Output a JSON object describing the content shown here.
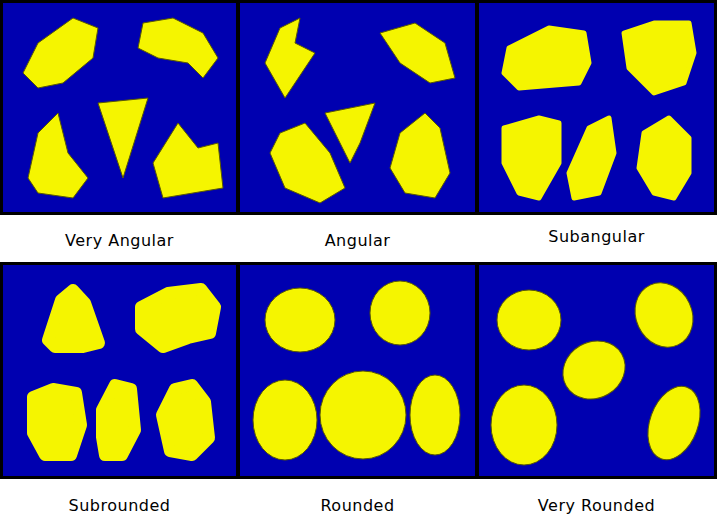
{
  "diagram": {
    "nodes": [
      {
        "text": [
          "Very Angular"
        ]
      },
      {
        "text": [
          "Angular"
        ]
      },
      {
        "text": [
          "Subangular"
        ]
      },
      {
        "text": [
          "Subrounded"
        ]
      },
      {
        "text": [
          "Rounded"
        ]
      },
      {
        "text": [
          "Very Rounded"
        ]
      }
    ]
  }
}
